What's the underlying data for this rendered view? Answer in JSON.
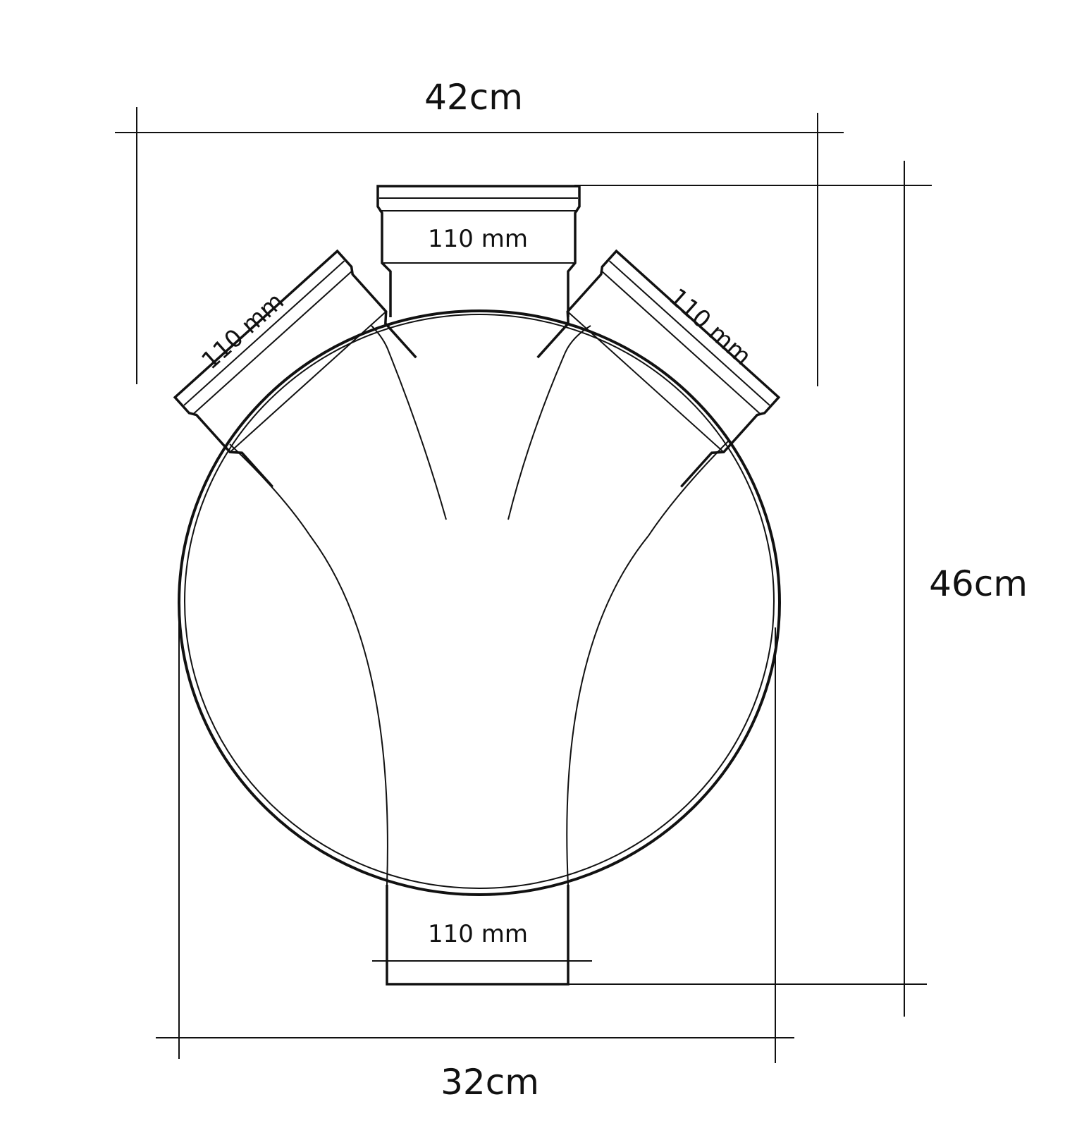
{
  "dimensions": {
    "top_width": "42cm",
    "right_height": "46cm",
    "bottom_width": "32cm"
  },
  "pipes": {
    "top": "110 mm",
    "upper_left": "110 mm",
    "upper_right": "110 mm",
    "bottom": "110 mm"
  },
  "colors": {
    "line": "#111111",
    "background": "#ffffff"
  }
}
